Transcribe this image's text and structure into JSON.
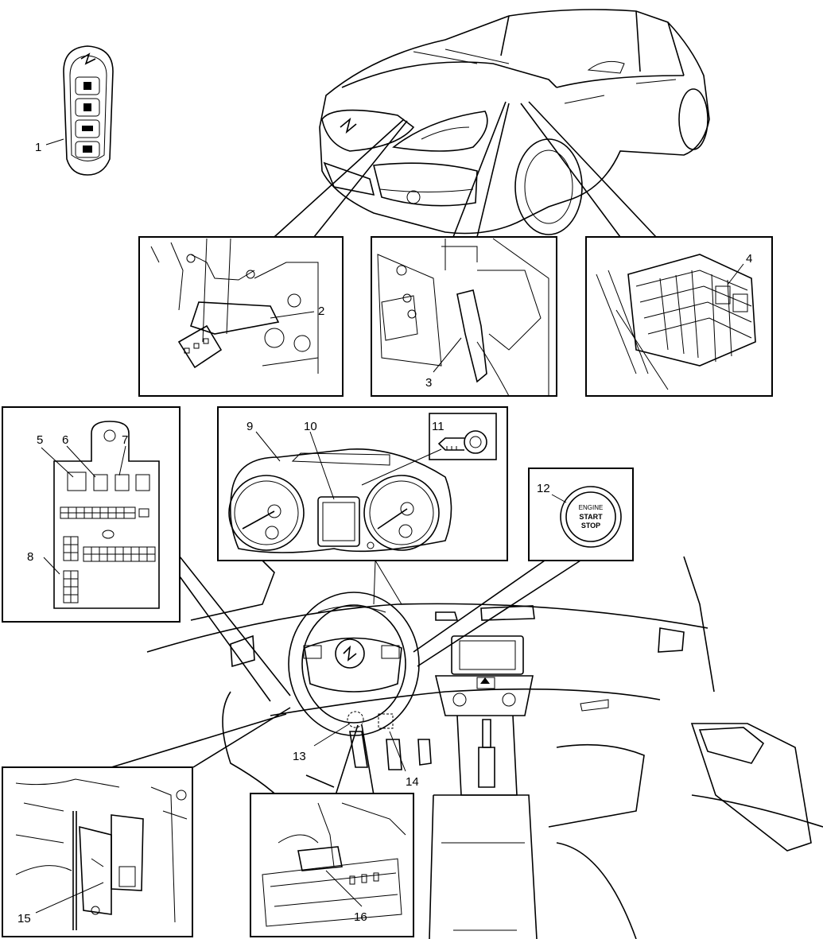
{
  "callouts": [
    {
      "id": "1",
      "label": "1"
    },
    {
      "id": "2",
      "label": "2"
    },
    {
      "id": "3",
      "label": "3"
    },
    {
      "id": "4",
      "label": "4"
    },
    {
      "id": "5",
      "label": "5"
    },
    {
      "id": "6",
      "label": "6"
    },
    {
      "id": "7",
      "label": "7"
    },
    {
      "id": "8",
      "label": "8"
    },
    {
      "id": "9",
      "label": "9"
    },
    {
      "id": "10",
      "label": "10"
    },
    {
      "id": "11",
      "label": "11"
    },
    {
      "id": "12",
      "label": "12"
    },
    {
      "id": "13",
      "label": "13"
    },
    {
      "id": "14",
      "label": "14"
    },
    {
      "id": "15",
      "label": "15"
    },
    {
      "id": "16",
      "label": "16"
    }
  ],
  "button_text": {
    "line1": "ENGINE",
    "line2": "START",
    "line3": "STOP"
  },
  "icons": {
    "key_fob": "key-fob-icon",
    "key_indicator": "key-icon",
    "brand_emblem": "brand-emblem-icon"
  },
  "colors": {
    "line": "#000000",
    "background": "#ffffff"
  }
}
